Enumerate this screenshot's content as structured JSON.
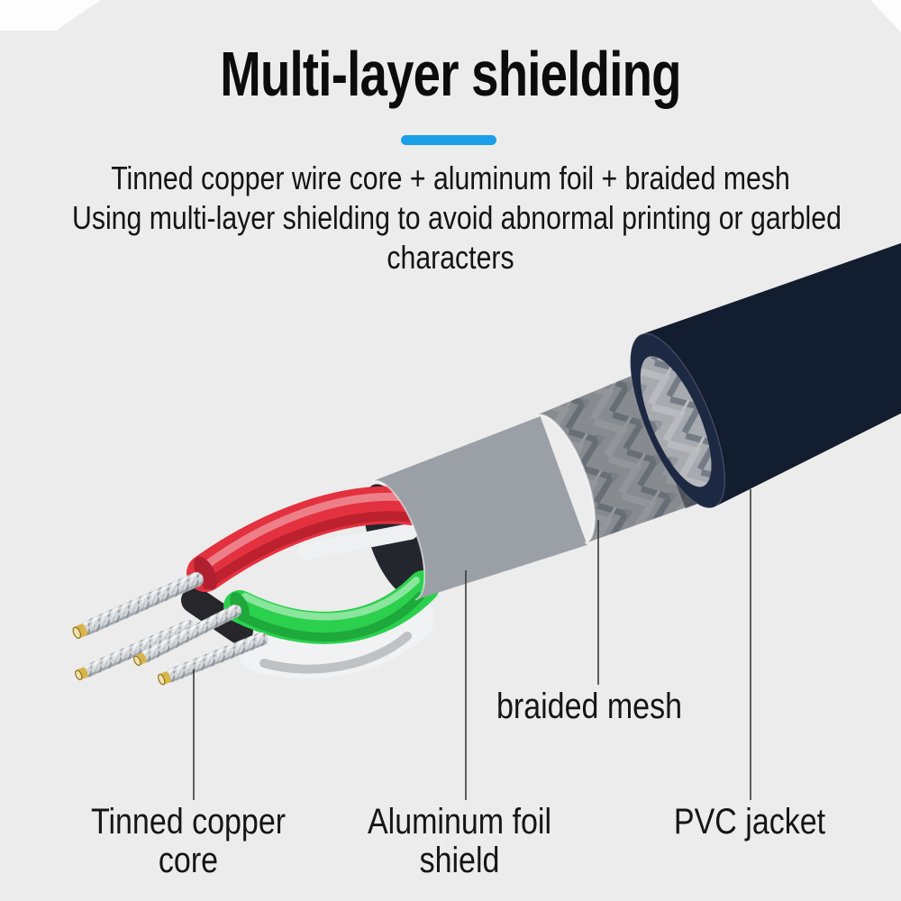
{
  "page": {
    "background": "#ececec"
  },
  "header": {
    "title": "Multi-layer shielding",
    "divider_color": "#1A9FE9"
  },
  "description": {
    "line1": "Tinned copper wire core + aluminum foil + braided mesh",
    "line2": "Using multi-layer shielding to avoid abnormal printing or garbled",
    "line3": "characters"
  },
  "diagram": {
    "labels": {
      "braided_mesh": "braided mesh",
      "tinned_copper": {
        "line1": "Tinned copper",
        "line2": "core"
      },
      "aluminum_foil": {
        "line1": "Aluminum foil",
        "line2": "shield"
      },
      "pvc_jacket": "PVC jacket"
    },
    "colors": {
      "pvc_jacket": "#2c3d59",
      "pvc_jacket_ring": "#1d2942",
      "braided_mesh": "#dfe2e4",
      "aluminum_foil": "#c9ced3",
      "wire_red": "#e3313f",
      "wire_red_cut": "#b02030",
      "wire_green": "#2bd04d",
      "wire_green_cut": "#1fa83c",
      "wire_white": "#f1f2f3",
      "wire_black": "#26262b",
      "strand_silver": "#d8dbde",
      "copper_tip": "#d9b44a",
      "leader_line": "#3a3a3a"
    }
  }
}
